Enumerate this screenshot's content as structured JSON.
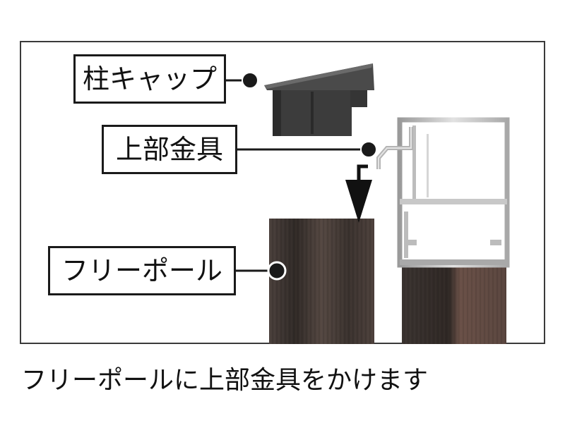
{
  "labels": {
    "cap": "柱キャップ",
    "bracket": "上部金具",
    "pole": "フリーポール"
  },
  "caption": "フリーポールに上部金具をかけます",
  "colors": {
    "frame": "#3a3a3a",
    "cap": "#3c3c3c",
    "wood_dark": "#3b3431",
    "wood_mid": "#5a4c46",
    "aluminium": "#b9b9b9",
    "leader": "#1a1a1a"
  }
}
